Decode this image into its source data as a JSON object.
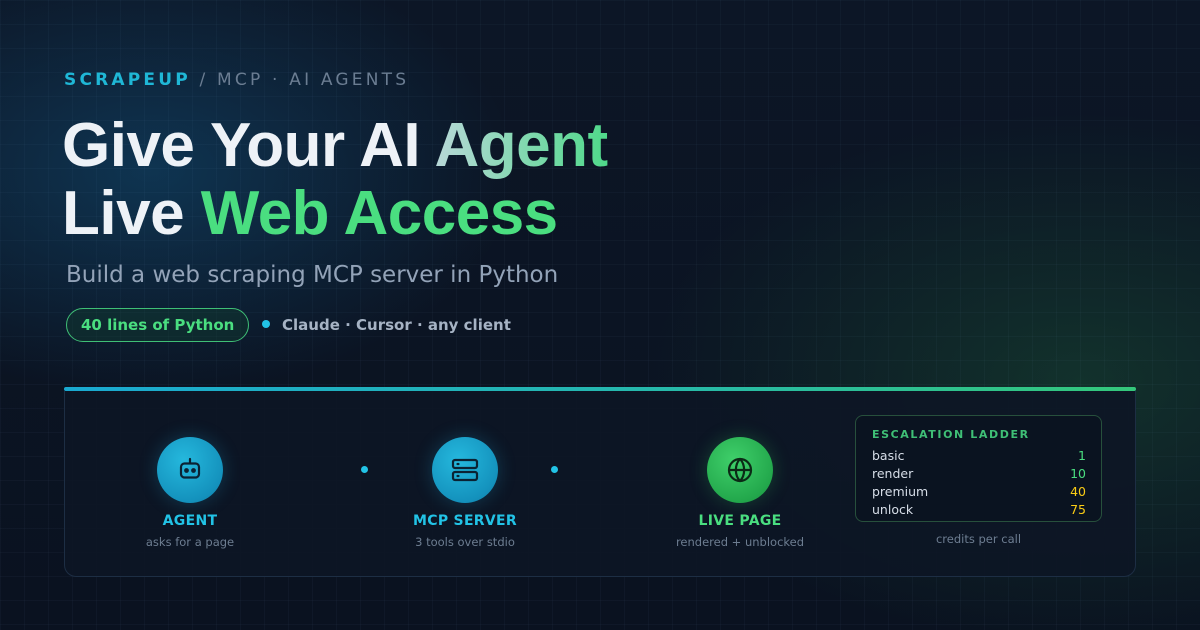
{
  "eyebrow": {
    "brand": "SCRAPEUP",
    "rest": " / MCP · AI AGENTS"
  },
  "headline": {
    "line1_a": "Give Your AI ",
    "line1_b": "Agent",
    "line2_a": "Live ",
    "line2_b": "Web Access"
  },
  "subtitle": "Build a web scraping MCP server in Python",
  "pill": "40 lines of Python",
  "clients": "Claude · Cursor · any client",
  "flow": {
    "nodes": [
      {
        "title": "AGENT",
        "subtitle": "asks for a page",
        "icon": "robot-icon"
      },
      {
        "title": "MCP SERVER",
        "subtitle": "3 tools over stdio",
        "icon": "server-icon"
      },
      {
        "title": "LIVE PAGE",
        "subtitle": "rendered + unblocked",
        "icon": "globe-icon"
      }
    ]
  },
  "ladder": {
    "title": "ESCALATION LADDER",
    "rows": [
      {
        "label": "basic",
        "value": "1",
        "color": "#4ade80"
      },
      {
        "label": "render",
        "value": "10",
        "color": "#4ade80"
      },
      {
        "label": "premium",
        "value": "40",
        "color": "#facc15"
      },
      {
        "label": "unlock",
        "value": "75",
        "color": "#facc15"
      }
    ],
    "caption": "credits per call"
  },
  "colors": {
    "accent_cyan": "#22c3e6",
    "accent_green": "#4ade80",
    "accent_yellow": "#facc15",
    "background": "#0b1524"
  }
}
